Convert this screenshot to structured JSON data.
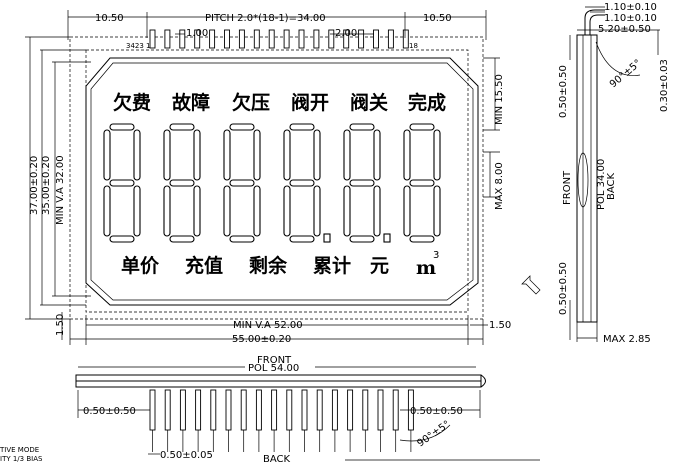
{
  "front_view": {
    "pitch_label": "PITCH  2.0*(18-1)=34.00",
    "left_margin": "10.50",
    "right_margin": "10.50",
    "pin_width": "1.00",
    "pin_pitch": "2.00",
    "pin_first_label": "3423 1",
    "pin_last_label": "18",
    "top_symbols": [
      "欠费",
      "故障",
      "欠压",
      "阀开",
      "阀关",
      "完成"
    ],
    "bottom_symbols": [
      "单价",
      "充值",
      "剩余",
      "累计",
      "元"
    ],
    "unit_symbol": "m",
    "unit_exponent": "3",
    "digit_count": 6,
    "height_37": "37.00±0.20",
    "height_35": "35.00±0.20",
    "view_area_height": "MIN  V.A  32.00",
    "bottom_offset": "1.50",
    "right_offset": "1.50",
    "min_right_top": "MIN  15.50",
    "max_digit": "MAX  8.00",
    "view_area_width": "MIN  V.A  52.00",
    "overall_width": "55.00±0.20"
  },
  "side_view": {
    "top_dim_1": "1.10±0.10",
    "top_dim_2": "1.10±0.10",
    "top_dim_3": "5.20±0.50",
    "angle": "90°±5°",
    "right_dim": "0.30±0.03",
    "upper_offset": "0.50±0.50",
    "lower_offset": "0.50±0.50",
    "pol_label": "POL  34.00",
    "back_label": "BACK",
    "front_label": "FRONT",
    "max_thickness": "MAX  2.85"
  },
  "bottom_view": {
    "front_label": "FRONT",
    "pol_label": "POL  54.00",
    "left_offset": "0.50±0.50",
    "right_offset": "0.50±0.50",
    "pin_thickness": "0.50±0.05",
    "angle": "90°±5°",
    "back_label": "BACK",
    "pin_count": 18
  },
  "notes": {
    "line1": "TIVE MODE",
    "line2": "ITY 1/3 BIAS"
  }
}
